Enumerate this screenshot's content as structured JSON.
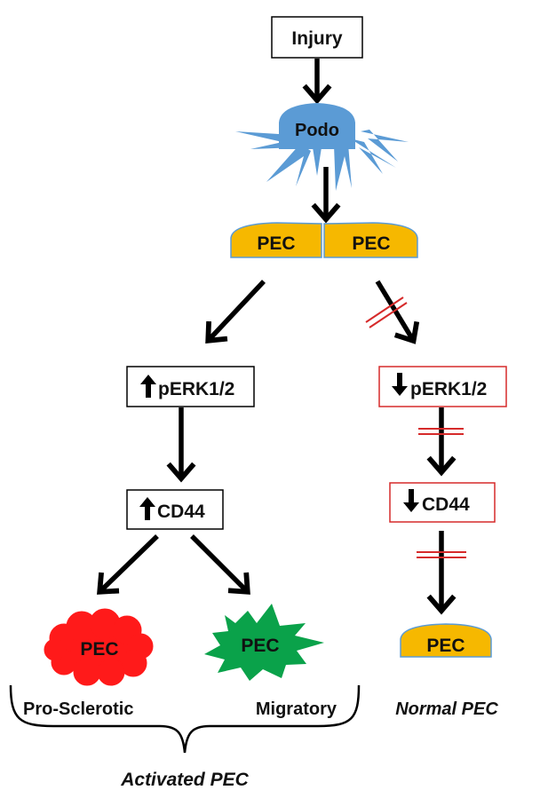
{
  "nodes": {
    "injury": "Injury",
    "podocyte": "Podo",
    "pec_left": "PEC",
    "pec_right": "PEC",
    "perk_up": "pERK1/2",
    "cd44_up": "CD44",
    "perk_down": "pERK1/2",
    "cd44_down": "CD44",
    "pec_sclerotic": "PEC",
    "pec_migratory": "PEC",
    "pec_normal": "PEC"
  },
  "captions": {
    "pro_sclerotic": "Pro-Sclerotic",
    "migratory": "Migratory",
    "activated": "Activated PEC",
    "normal": "Normal PEC"
  },
  "colors": {
    "podocyte_fill": "#5b9bd5",
    "pec_fill": "#f6b800",
    "sclerotic_fill": "#ff1a1a",
    "migratory_fill": "#0aa24a",
    "inhibited_border": "#d62a2a",
    "block_mark": "#d62a2a",
    "arrow": "#000000"
  },
  "icons": {
    "up": "up-arrow-icon",
    "down": "down-arrow-icon",
    "blocked": "double-strike-inhibition-icon"
  }
}
